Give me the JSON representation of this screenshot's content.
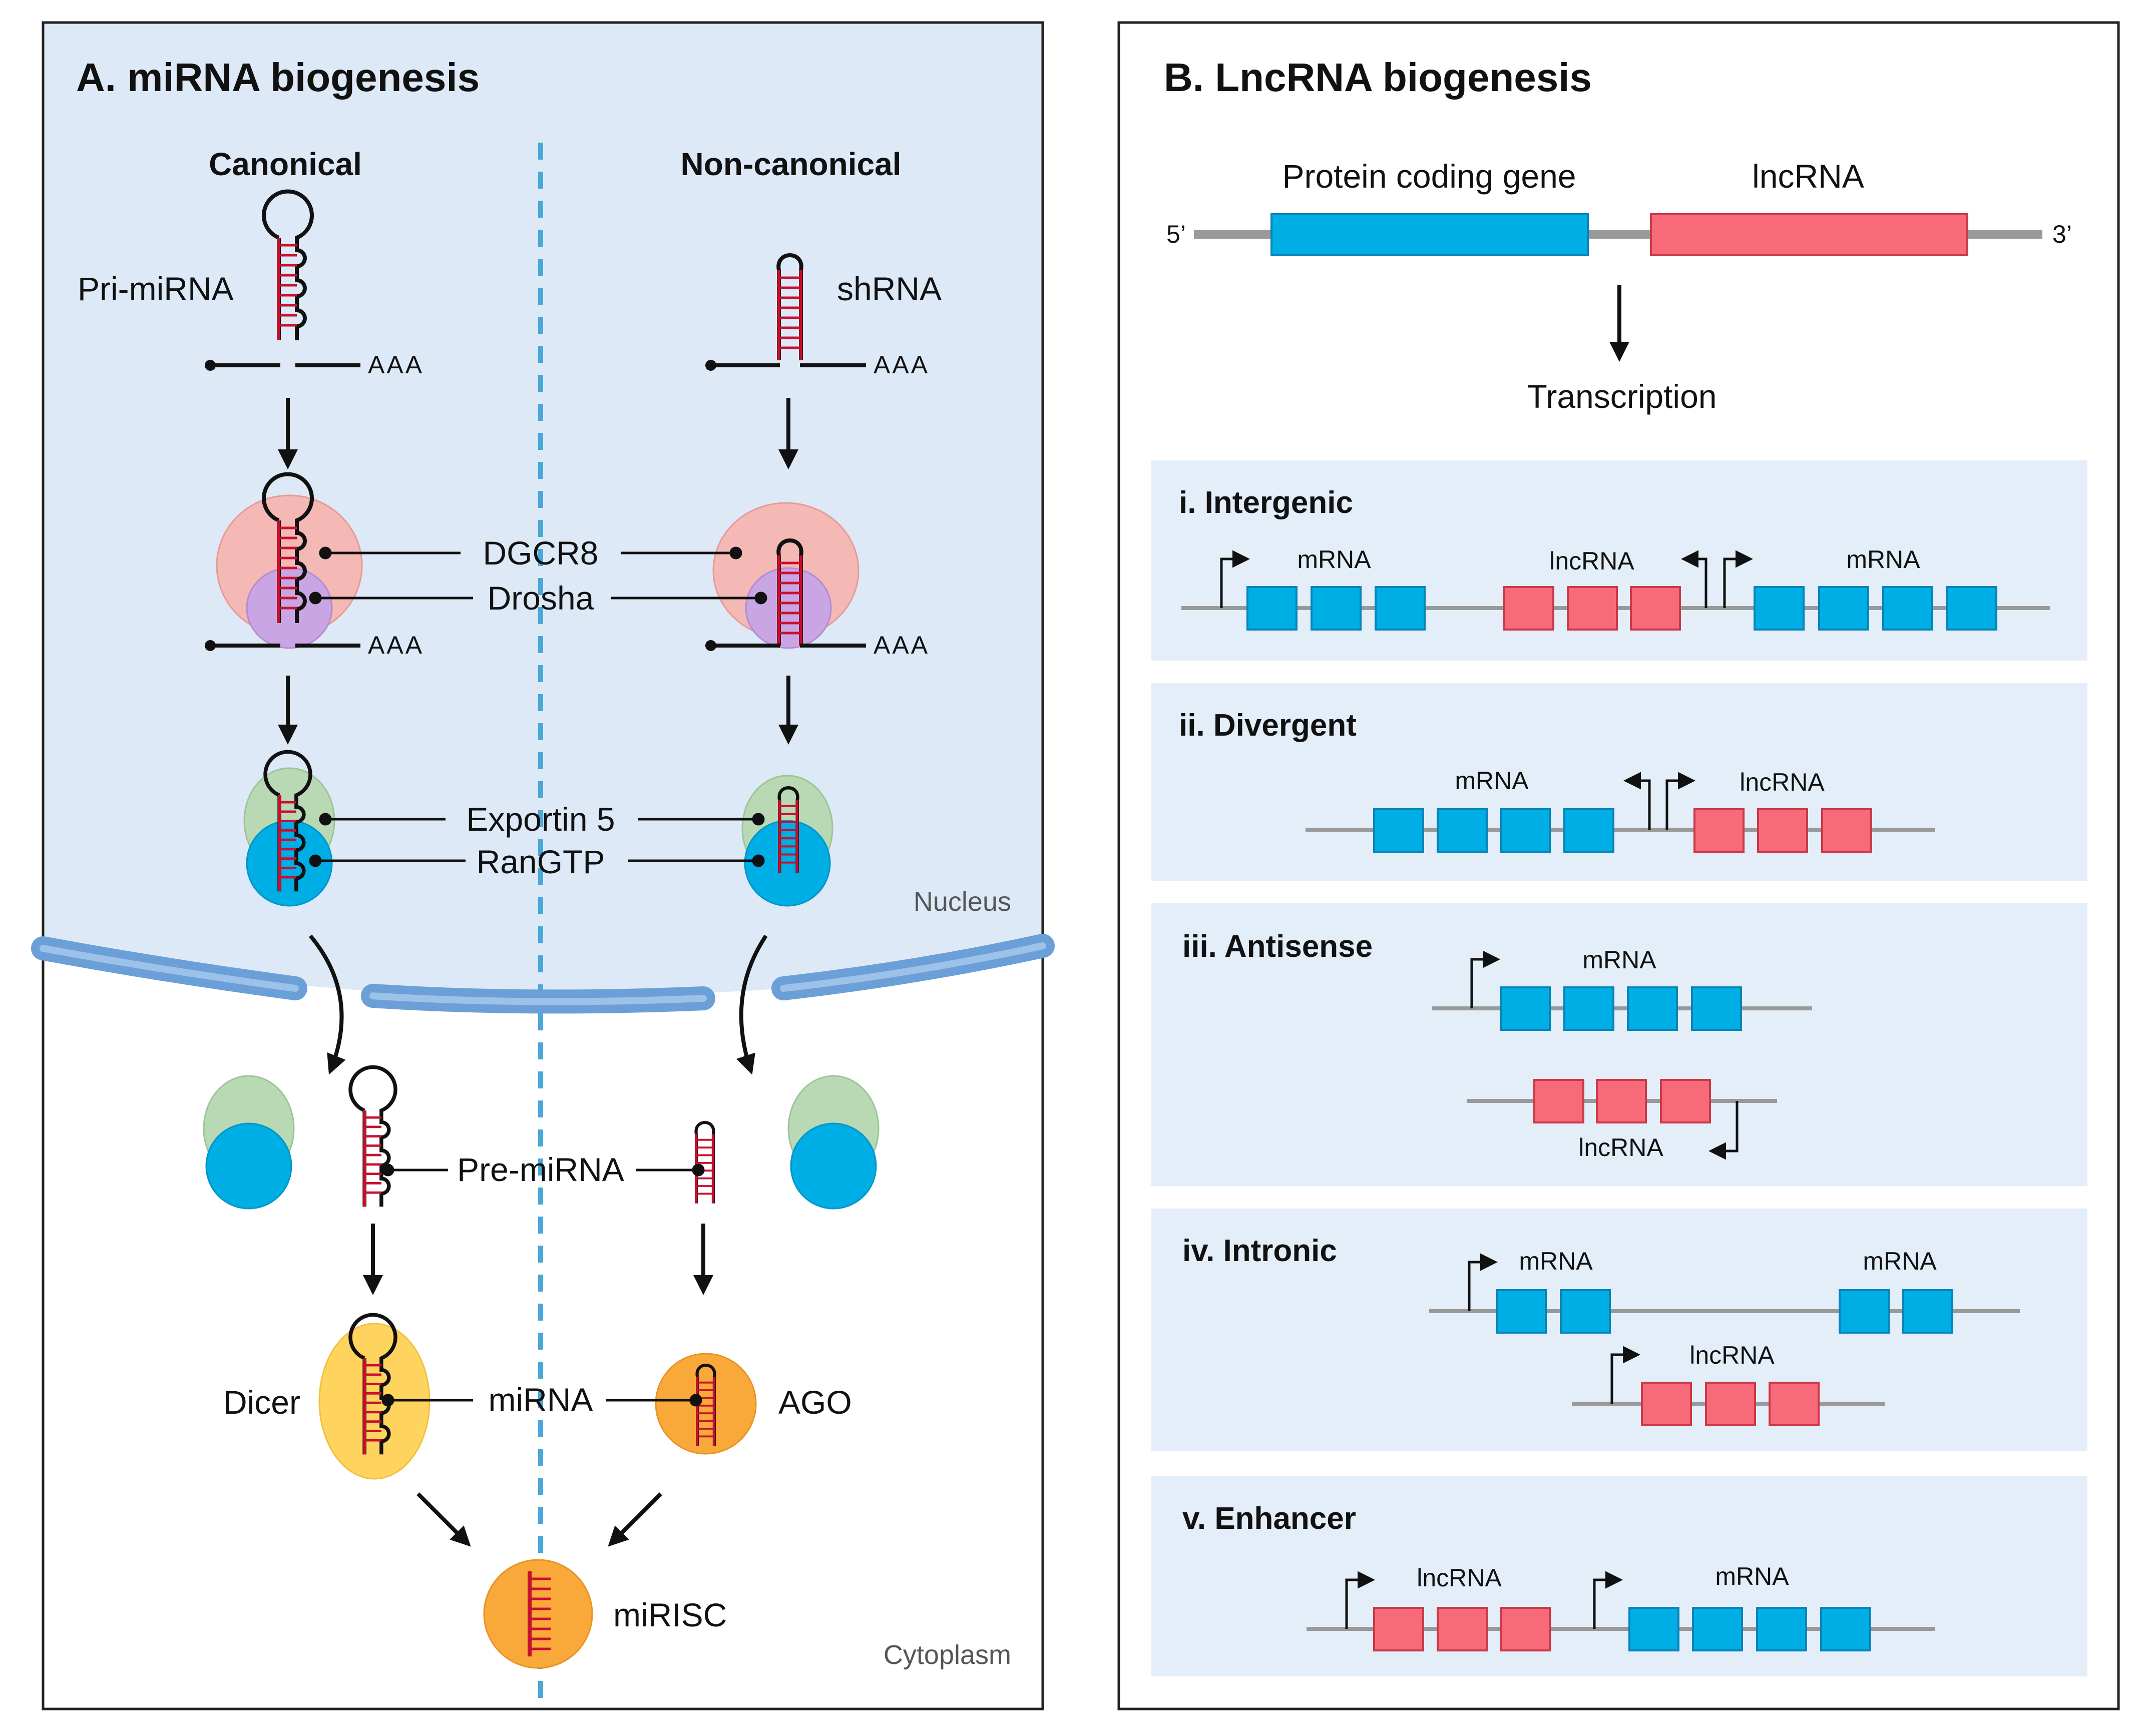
{
  "panel_a": {
    "title": "A. miRNA biogenesis",
    "canonical_label": "Canonical",
    "noncanonical_label": "Non-canonical",
    "pri_mirna": "Pri-miRNA",
    "shrna": "shRNA",
    "poly_a": "AAA",
    "dgcr8": "DGCR8",
    "drosha": "Drosha",
    "exportin5": "Exportin 5",
    "rangtp": "RanGTP",
    "nucleus": "Nucleus",
    "pre_mirna": "Pre-miRNA",
    "dicer": "Dicer",
    "mirna": "miRNA",
    "ago": "AGO",
    "mirisc": "miRISC",
    "cytoplasm": "Cytoplasm"
  },
  "panel_b": {
    "title": "B. LncRNA biogenesis",
    "protein_coding_gene": "Protein coding gene",
    "lncrna_top": "lncRNA",
    "five_prime": "5’",
    "three_prime": "3’",
    "transcription": "Transcription",
    "sections": [
      {
        "title": "i. Intergenic"
      },
      {
        "title": "ii. Divergent"
      },
      {
        "title": "iii. Antisense"
      },
      {
        "title": "iv. Intronic"
      },
      {
        "title": "v. Enhancer"
      }
    ],
    "mrna_label": "mRNA",
    "lncrna_label": "lncRNA"
  },
  "colors": {
    "nucleus_bg": "#dde9f6",
    "box_bg": "#e3eef9",
    "mrna_blue": "#00aee6",
    "lncrna_red": "#f76a7a",
    "dgcr8_pink": "#f4b8b5",
    "drosha_purple": "#c9a6e3",
    "exportin_green": "#b9d9b4",
    "dicer_yellow": "#ffd45e",
    "ago_orange": "#f9a93a",
    "rna_red": "#c8102e",
    "membrane": "#6b9fd8",
    "dashed": "#4aa8d8"
  }
}
